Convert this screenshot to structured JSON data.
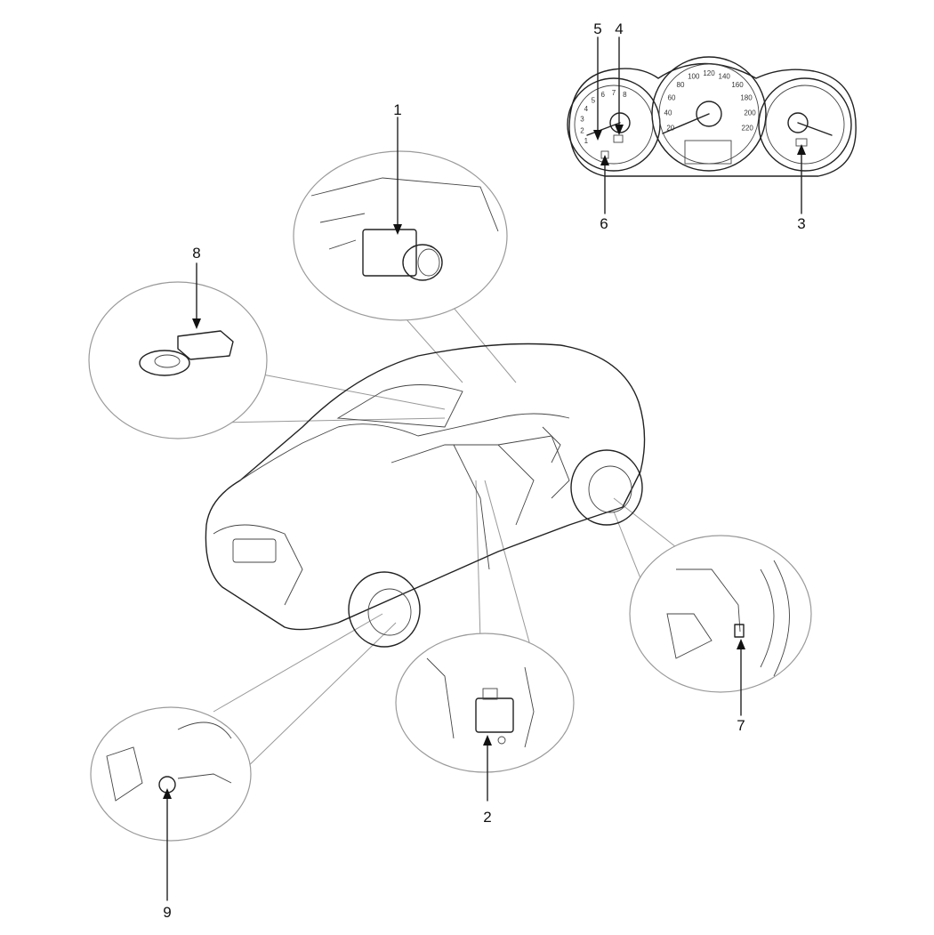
{
  "callouts": [
    {
      "id": "1",
      "label": "1"
    },
    {
      "id": "2",
      "label": "2"
    },
    {
      "id": "3",
      "label": "3"
    },
    {
      "id": "4",
      "label": "4"
    },
    {
      "id": "5",
      "label": "5"
    },
    {
      "id": "6",
      "label": "6"
    },
    {
      "id": "7",
      "label": "7"
    },
    {
      "id": "8",
      "label": "8"
    },
    {
      "id": "9",
      "label": "9"
    }
  ],
  "cluster": {
    "tacho_ticks": [
      "1",
      "2",
      "3",
      "4",
      "5",
      "6",
      "7",
      "8"
    ],
    "speedo_ticks": [
      "20",
      "40",
      "60",
      "80",
      "100",
      "120",
      "140",
      "160",
      "180",
      "200",
      "220"
    ]
  }
}
